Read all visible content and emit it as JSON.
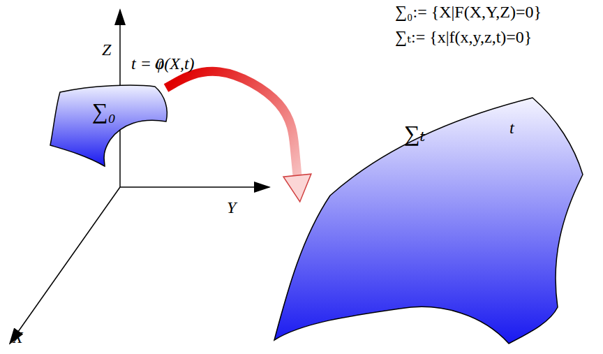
{
  "diagram": {
    "nodes": [
      {
        "text": [
          "∑₀"
        ]
      },
      {
        "text": [
          "∑ₜ"
        ]
      }
    ],
    "edges": [
      {
        "from": 0,
        "to": 1,
        "arrow": "to",
        "label": "φ(X,t)"
      }
    ],
    "labels": [
      "Z",
      "t = 0",
      "Y",
      "X",
      "t",
      "∑₀:= {X|F(X,Y,Z)=0}",
      "∑ₜ:= {x|f(x,y,z,t)=0}"
    ]
  }
}
